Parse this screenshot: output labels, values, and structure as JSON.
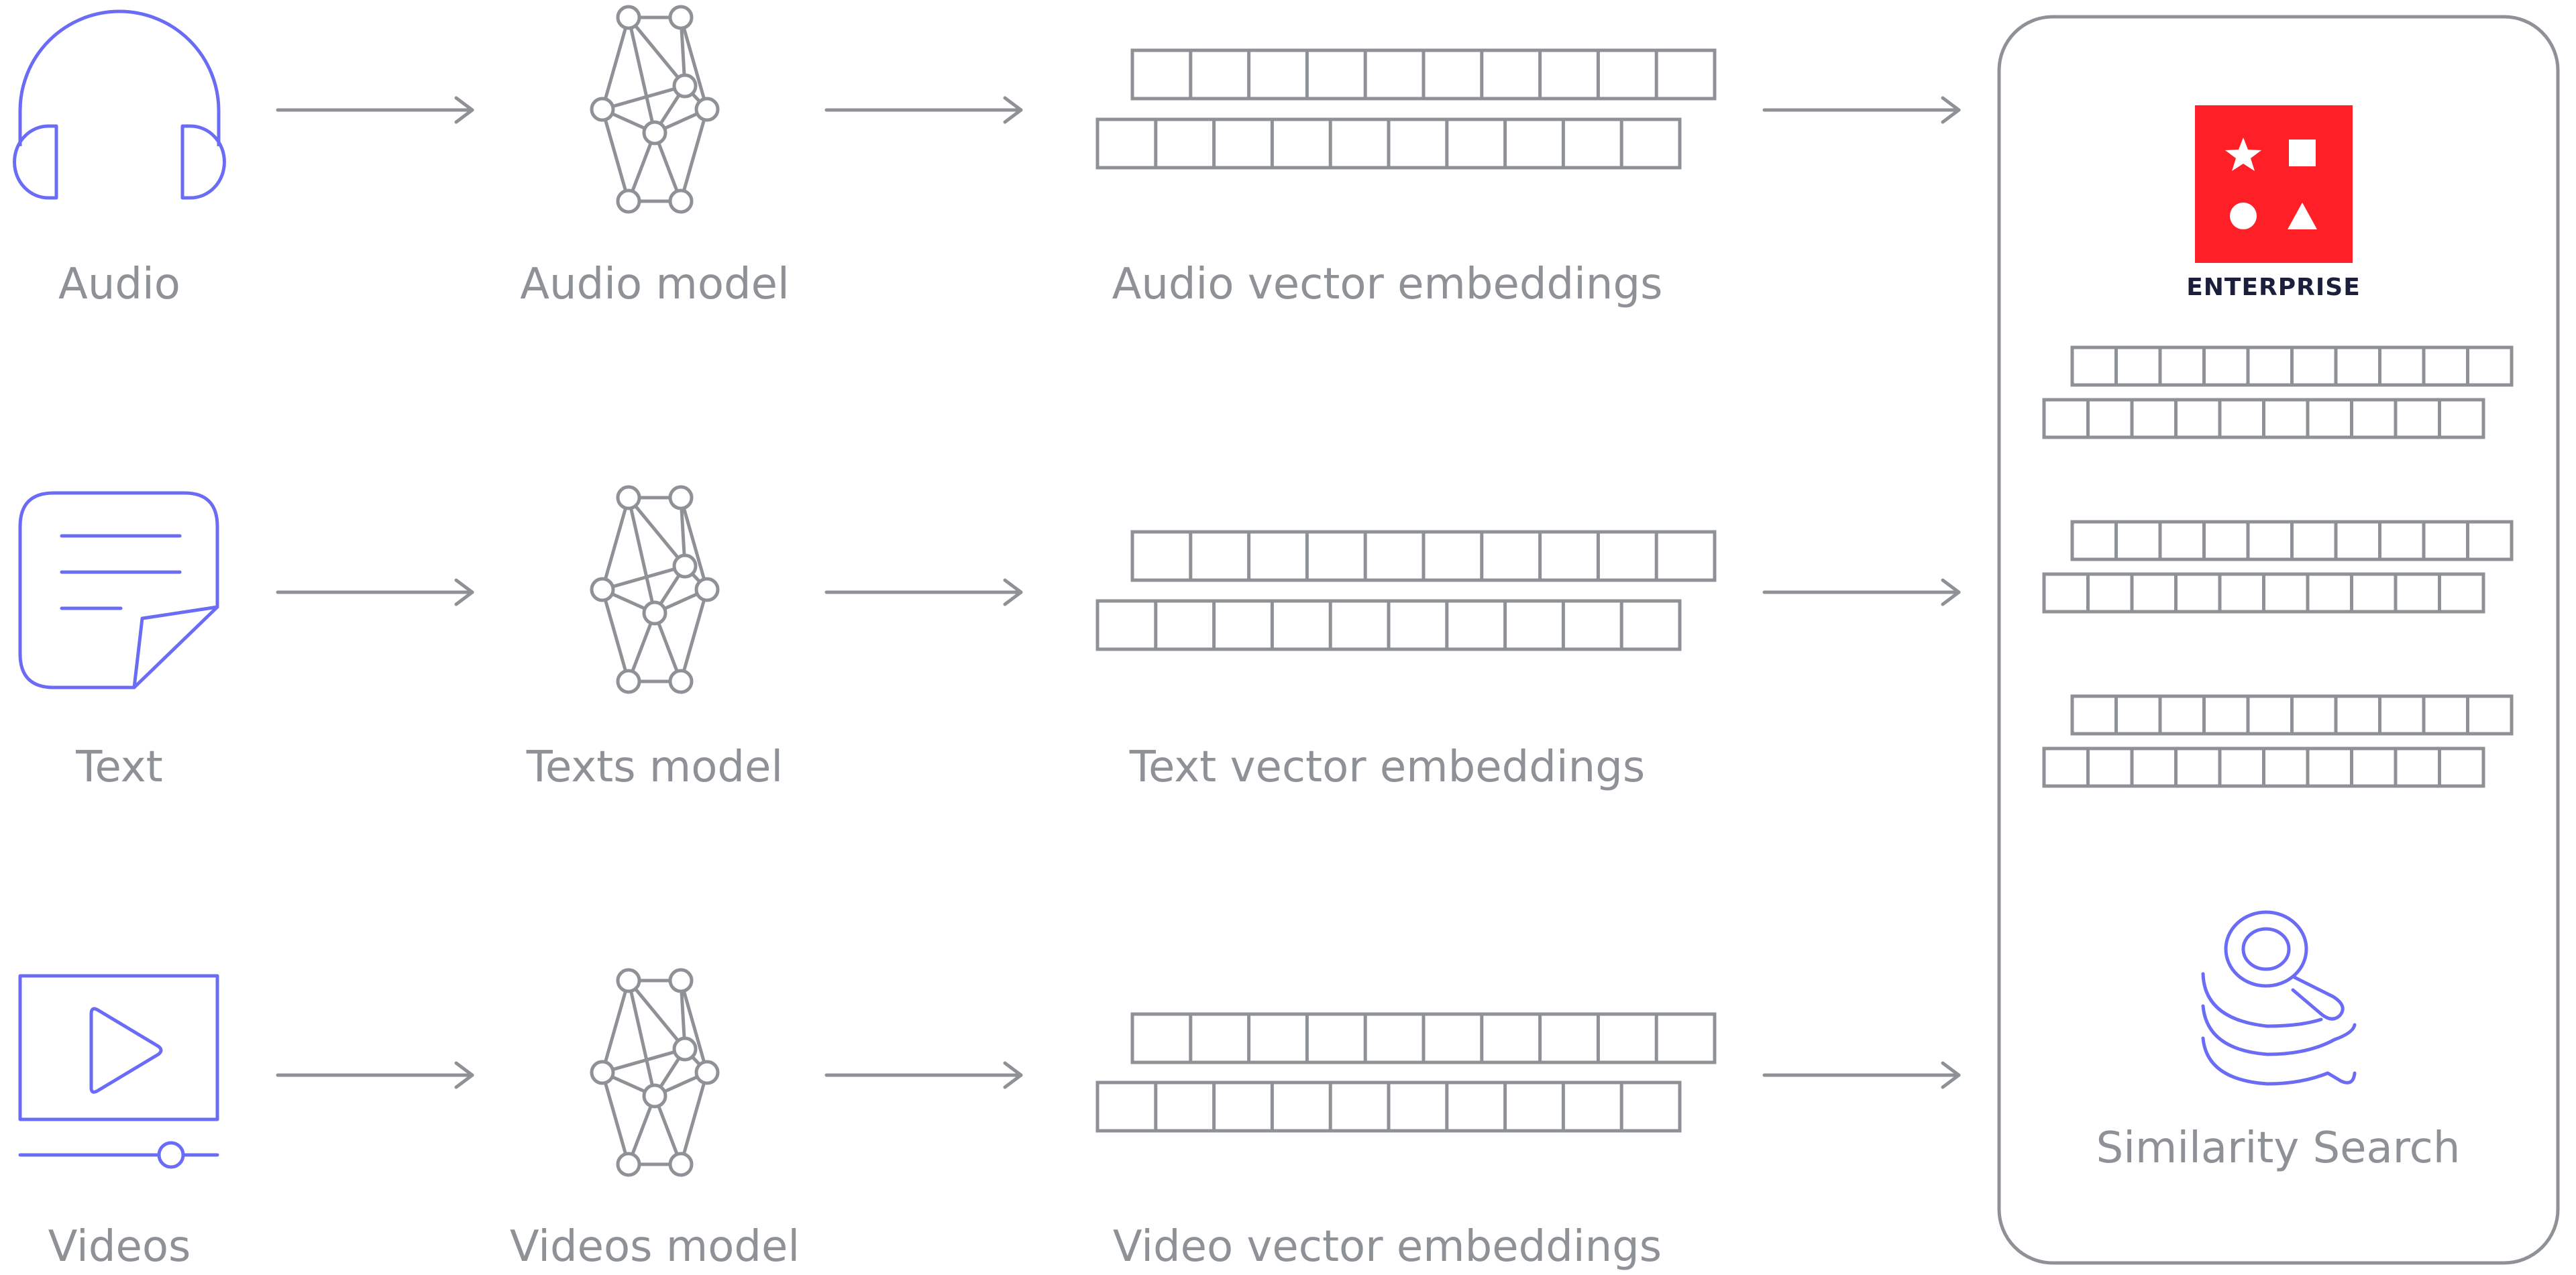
{
  "rows": [
    {
      "input_label": "Audio",
      "input_icon": "headphones-icon",
      "model_label": "Audio model",
      "embeddings_label": "Audio vector embeddings"
    },
    {
      "input_label": "Text",
      "input_icon": "note-icon",
      "model_label": "Texts model",
      "embeddings_label": "Text vector embeddings"
    },
    {
      "input_label": "Videos",
      "input_icon": "video-player-icon",
      "model_label": "Videos model",
      "embeddings_label": "Video vector embeddings"
    }
  ],
  "store": {
    "brand_label": "ENTERPRISE",
    "brand_icon": "redis-enterprise-logo-icon",
    "search_label": "Similarity Search",
    "search_icon": "stacked-search-icon"
  },
  "colors": {
    "accent": "#6b6cf6",
    "line": "#8e9296",
    "brand": "#ff1f26",
    "text": "#8e9296"
  }
}
